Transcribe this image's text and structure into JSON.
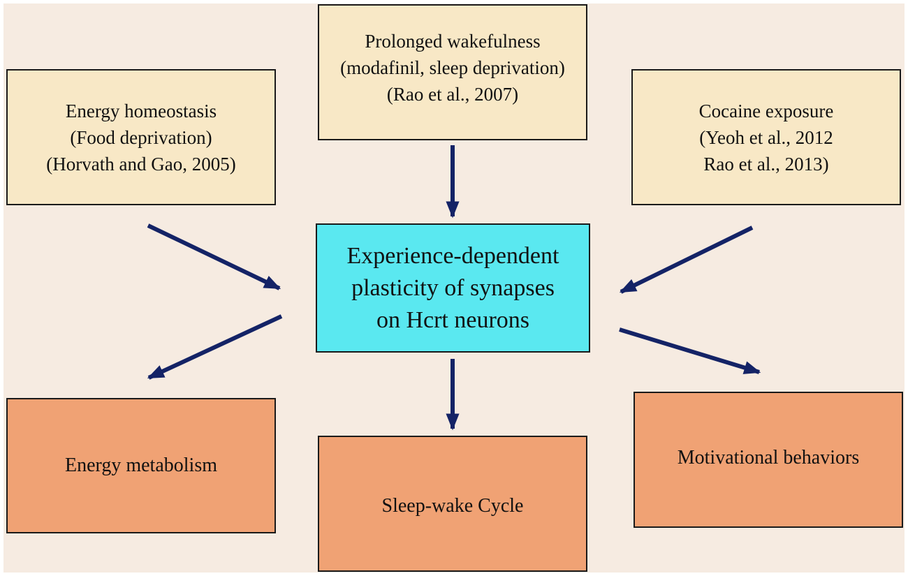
{
  "colors": {
    "background": "#f6ebe1",
    "input_box": "#f8e8c6",
    "center_box": "#5ae8f0",
    "output_box": "#f0a274",
    "arrow": "#142366"
  },
  "inputs": {
    "energy_homeostasis": {
      "lines": [
        "Energy homeostasis",
        "(Food deprivation)",
        "(Horvath and Gao, 2005)"
      ]
    },
    "prolonged_wakefulness": {
      "lines": [
        "Prolonged wakefulness",
        "(modafinil, sleep deprivation)",
        "(Rao et al., 2007)"
      ]
    },
    "cocaine_exposure": {
      "lines": [
        "Cocaine exposure",
        "(Yeoh et al., 2012",
        "Rao et al., 2013)"
      ]
    }
  },
  "center": {
    "lines": [
      "Experience-dependent",
      "plasticity of synapses",
      "on Hcrt neurons"
    ]
  },
  "outputs": {
    "energy_metabolism": "Energy metabolism",
    "sleep_wake_cycle": "Sleep-wake Cycle",
    "motivational_behaviors": "Motivational behaviors"
  }
}
